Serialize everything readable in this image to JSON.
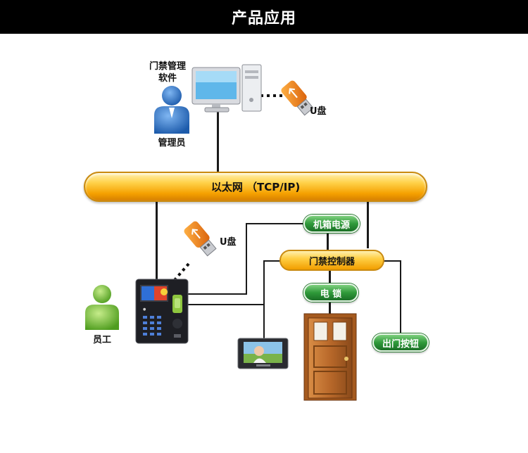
{
  "header": {
    "title": "产品应用"
  },
  "labels": {
    "software": "门禁管理\n软件",
    "admin": "管理员",
    "usb_top": "U盘",
    "usb_mid": "U盘",
    "employee": "员工"
  },
  "nodes": {
    "network": "以太网 （TCP/IP)",
    "power": "机箱电源",
    "controller": "门禁控制器",
    "lock": "电   锁",
    "exit_button": "出门按钮"
  },
  "colors": {
    "header_bg": "#000000",
    "bus_orange": "#f5a000",
    "pill_green": "#2f9a3a",
    "person_blue": "#2d6fc0",
    "person_green": "#7ac143",
    "door_brown": "#b8682a"
  },
  "icons": [
    "admin-person-icon",
    "computer-icon",
    "usb-drive-icon",
    "employee-person-icon",
    "fingerprint-terminal-icon",
    "video-monitor-icon",
    "door-icon"
  ]
}
